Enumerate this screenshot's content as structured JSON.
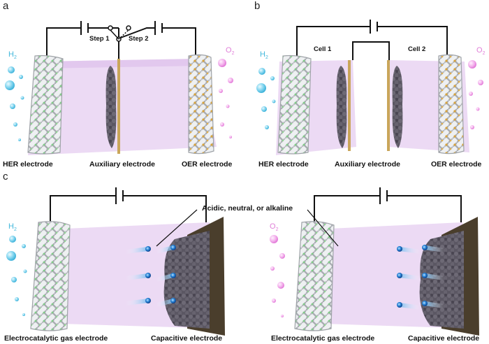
{
  "panels": {
    "a": {
      "letter": "a",
      "step1": "Step 1",
      "step2": "Step 2",
      "her_label": "HER electrode",
      "aux_label": "Auxiliary electrode",
      "oer_label": "OER electrode",
      "h2_main": "H",
      "h2_sub": "2",
      "o2_main": "O",
      "o2_sub": "2"
    },
    "b": {
      "letter": "b",
      "cell1": "Cell 1",
      "cell2": "Cell 2",
      "her_label": "HER electrode",
      "aux_label": "Auxiliary electrode",
      "oer_label": "OER electrode",
      "h2_main": "H",
      "h2_sub": "2",
      "o2_main": "O",
      "o2_sub": "2"
    },
    "c": {
      "letter": "c",
      "electrolyte_label": "Acidic, neutral, or alkaline",
      "left_gas_label": "Electrocatalytic gas electrode",
      "left_cap_label": "Capacitive electrode",
      "right_gas_label": "Electrocatalytic gas electrode",
      "right_cap_label": "Capacitive electrode",
      "h2_main": "H",
      "h2_sub": "2",
      "o2_main": "O",
      "o2_sub": "2"
    }
  },
  "colors": {
    "electrolyte": "#e6cdf0",
    "electrolyte_edge": "#cfa8de",
    "mesh": "#c9cbce",
    "catalyst_green": "#8fd28f",
    "catalyst_gold": "#d7a23a",
    "carbon": "#5e5a66",
    "gold_foil": "#c9a65a",
    "h2_bubble": "#5cc6e8",
    "o2_bubble": "#f09ae6",
    "ion": "#1f6fc4",
    "wire": "#111111"
  }
}
